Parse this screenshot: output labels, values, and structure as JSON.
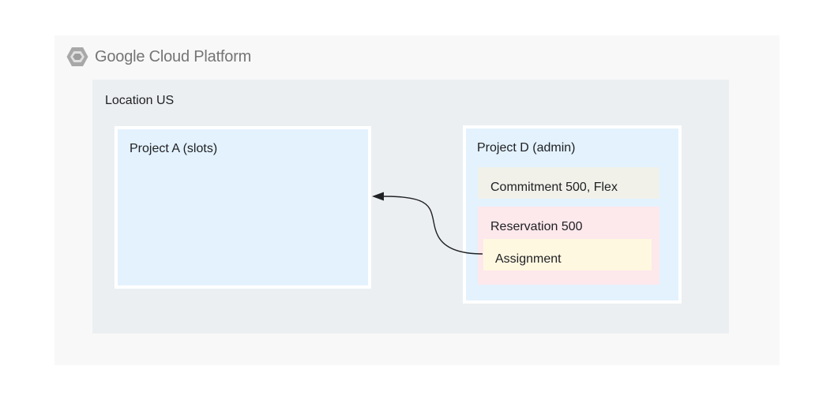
{
  "header": {
    "brand": "Google Cloud Platform",
    "logo_icon": "gcp-hexagon-icon"
  },
  "location": {
    "label": "Location US"
  },
  "project_a": {
    "label": "Project A (slots)"
  },
  "project_d": {
    "label": "Project D (admin)",
    "commitment": "Commitment 500, Flex",
    "reservation": "Reservation 500",
    "assignment": "Assignment"
  },
  "colors": {
    "frame": "#f8f8f8",
    "location": "#eceff1",
    "project": "#e3f2fd",
    "commitment": "#f1f1ea",
    "reservation": "#fde8ec",
    "assignment": "#fff8e1",
    "arrow": "#202124"
  }
}
